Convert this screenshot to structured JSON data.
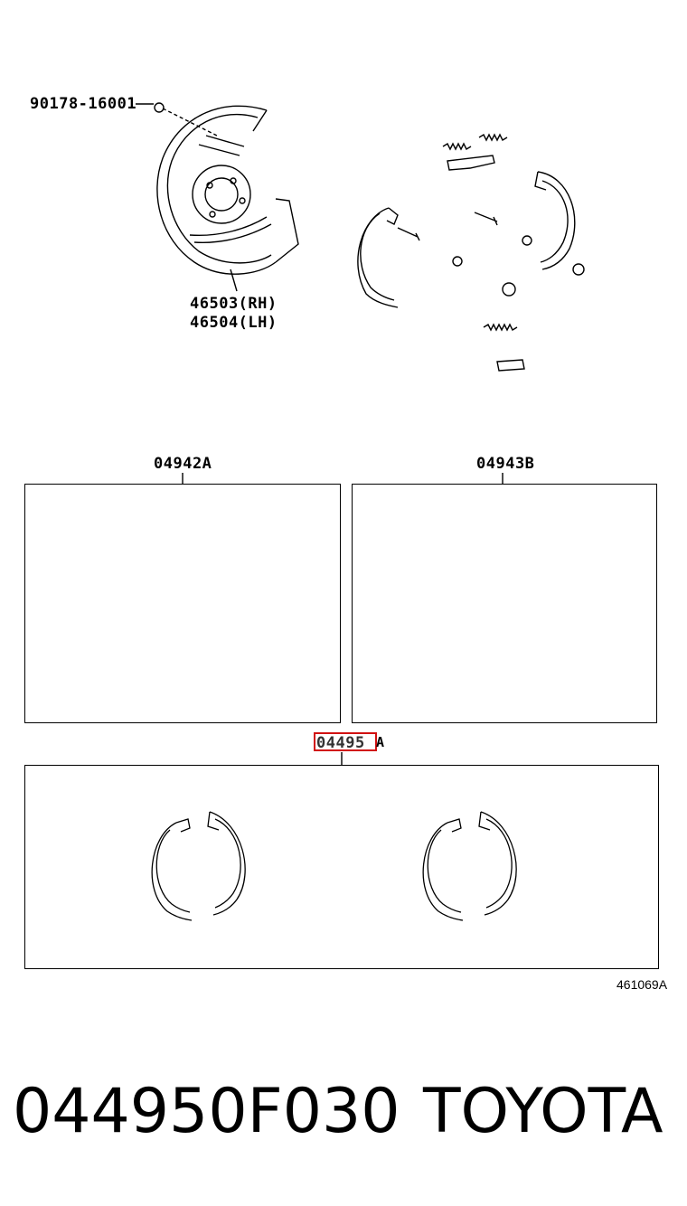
{
  "diagram": {
    "labels": {
      "bolt": "90178-16001",
      "backing_plate_rh": "46503(RH)",
      "backing_plate_lh": "46504(LH)",
      "kit_a": "04942A",
      "kit_b": "04943B",
      "shoe_kit": "04495",
      "shoe_kit_suffix": "A",
      "figure_code": "461069A"
    }
  },
  "footer": {
    "part_number": "044950F030",
    "brand": "TOYOTA"
  },
  "colors": {
    "highlight": "#d11111",
    "line": "#000000"
  }
}
